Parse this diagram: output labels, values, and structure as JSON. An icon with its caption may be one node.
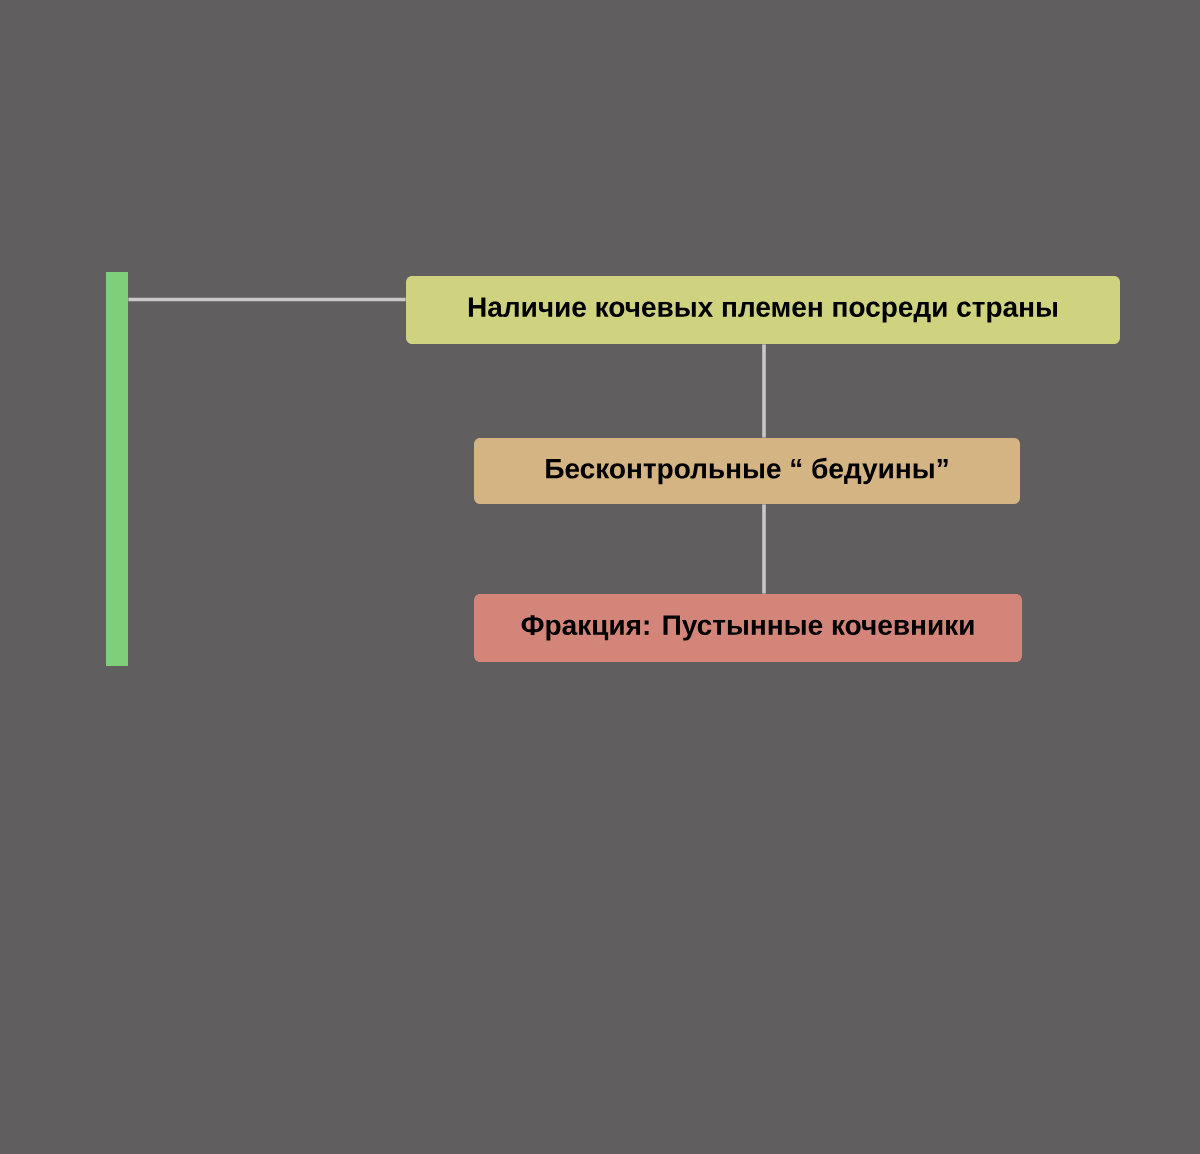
{
  "diagram": {
    "nodes": [
      {
        "text": [],
        "shape": "bar"
      },
      {
        "text": [
          "Наличие кочевых племен посреди страны"
        ]
      },
      {
        "text": [
          "Бесконтрольные “ бедуины”"
        ]
      },
      {
        "text": [
          "Фракция: Пустынные кочевники"
        ]
      }
    ],
    "edges": [
      {
        "from": 0,
        "to": 1,
        "arrow": "none"
      },
      {
        "from": 1,
        "to": 2,
        "arrow": "none"
      },
      {
        "from": 2,
        "to": 3,
        "arrow": "none"
      }
    ]
  }
}
